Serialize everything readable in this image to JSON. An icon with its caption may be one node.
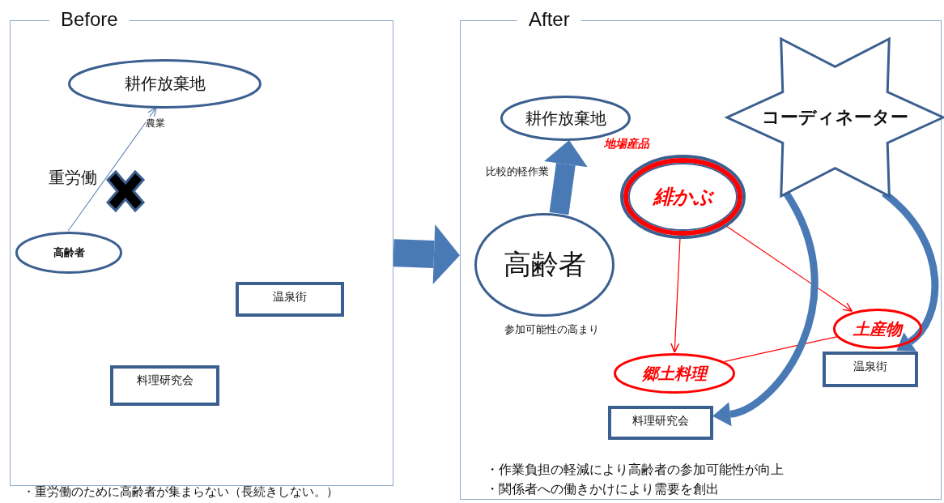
{
  "diagram": {
    "nodes": [
      {
        "text": [
          "Before"
        ]
      },
      {
        "text": [
          "耕作放棄地"
        ],
        "in": 0
      },
      {
        "text": [
          "高齢者"
        ],
        "in": 0
      },
      {
        "text": [
          "温泉街"
        ],
        "in": 0
      },
      {
        "text": [
          "料理研究会"
        ],
        "in": 0
      },
      {
        "text": [
          "After"
        ]
      },
      {
        "text": [
          "耕作放棄地"
        ],
        "in": 5
      },
      {
        "text": [
          "コーディネーター"
        ],
        "in": 5
      },
      {
        "text": [
          "緋かぶ"
        ],
        "in": 5,
        "beside": [
          "地場産品"
        ]
      },
      {
        "text": [
          "高齢者"
        ],
        "in": 5,
        "beside": [
          "参加可能性の高まり"
        ]
      },
      {
        "text": [
          "土産物"
        ],
        "in": 5
      },
      {
        "text": [
          "郷土料理"
        ],
        "in": 5
      },
      {
        "text": [
          "温泉街"
        ],
        "in": 5
      },
      {
        "text": [
          "料理研究会"
        ],
        "in": 5
      }
    ],
    "edges": [
      {
        "from": 2,
        "to": 1,
        "arrow": "to",
        "label": "農業"
      },
      {
        "from": 0,
        "to": 5,
        "arrow": "to",
        "style": "thick"
      },
      {
        "from": 9,
        "to": 6,
        "arrow": "to",
        "style": "thick",
        "label": "比較的軽作業"
      },
      {
        "from": 8,
        "to": 11,
        "arrow": "to",
        "color": "#ff0000"
      },
      {
        "from": 8,
        "to": 10,
        "arrow": "to",
        "color": "#ff0000"
      },
      {
        "from": 10,
        "to": 11,
        "arrow": "none",
        "color": "#ff0000"
      },
      {
        "from": 7,
        "to": 13,
        "arrow": "to",
        "style": "thick"
      },
      {
        "from": 7,
        "to": 12,
        "arrow": "to",
        "style": "thick"
      }
    ],
    "labels": [
      "重労働",
      "・重労働のために高齢者が集まらない（長続きしない。）",
      "・作業負担の軽減により高齢者の参加可能性が向上",
      "・関係者への働きかけにより需要を創出"
    ]
  }
}
